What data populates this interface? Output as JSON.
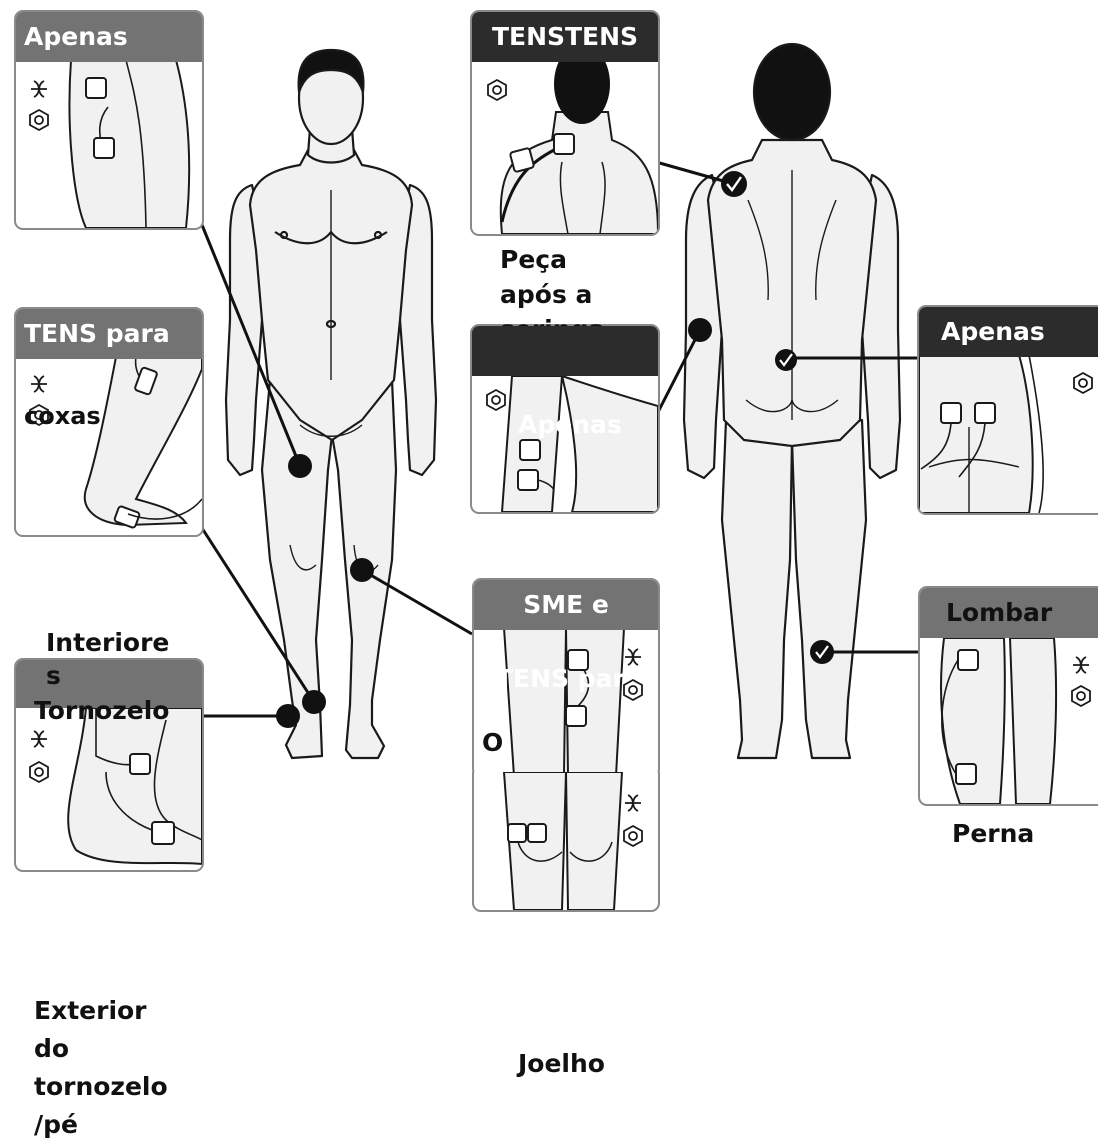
{
  "colors": {
    "header_dark": "#2c2c2c",
    "header_grey": "#737373",
    "body_fill": "#f1f1f1",
    "outline": "#1a1a1a",
    "marker": "#111111"
  },
  "panels": {
    "thigh": {
      "title": "Apenas",
      "icons": [
        "wave-electrode-icon",
        "hexagon-target-icon"
      ]
    },
    "shoulder": {
      "title": "TENSTENS",
      "icons": [
        "hexagon-target-icon"
      ]
    },
    "foot": {
      "title": "TENS para",
      "overlay": "coxas",
      "icons": [
        "wave-electrode-icon",
        "hexagon-target-icon"
      ]
    },
    "arm": {
      "title": "",
      "overlay": "Apenas",
      "icons": [
        "hexagon-target-icon"
      ]
    },
    "buttock": {
      "title": "Apenas",
      "icons": [
        "hexagon-target-icon"
      ]
    },
    "knee_front": {
      "title": "SME e",
      "overlay_1": "TENS par",
      "overlay_2": "O",
      "icons": [
        "wave-electrode-icon",
        "hexagon-target-icon"
      ]
    },
    "knee_back": {
      "icons": [
        "wave-electrode-icon",
        "hexagon-target-icon"
      ]
    },
    "inner_ankle": {
      "title": "Tornozelo",
      "icons": [
        "wave-electrode-icon",
        "hexagon-target-icon"
      ]
    },
    "calf": {
      "title": "Lombar",
      "icons": [
        "wave-electrode-icon",
        "hexagon-target-icon"
      ]
    }
  },
  "labels": {
    "shoulder_caption": "Peça\napós a\nseringa",
    "inner_ankle_caption": "Interiore\ns",
    "outer_ankle_caption": "Exterior\ndo\ntornozelo\n/pé",
    "knee_caption": "Joelho",
    "calf_caption": "Perna"
  },
  "markers": {
    "front_thigh": "filled",
    "front_knee": "filled",
    "front_inner_ankle": "filled",
    "front_outer_ankle": "filled",
    "back_shoulder": "checked",
    "back_arm": "filled",
    "back_lower_back": "checked",
    "back_calf": "checked"
  },
  "figures": [
    "front-body-figure",
    "back-body-figure"
  ]
}
